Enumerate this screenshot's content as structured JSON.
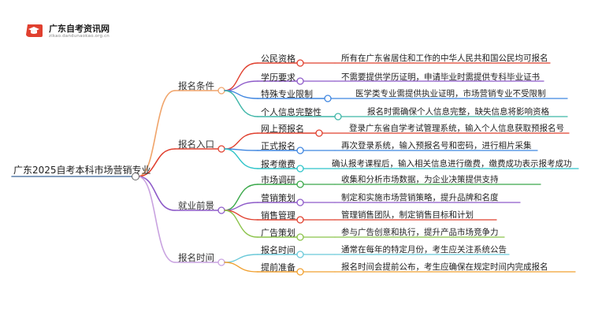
{
  "logo": {
    "name": "广东自考资讯网",
    "url": "zikao.dandunaokao.org.cn"
  },
  "root": "广东2025自考本科市场营销专业",
  "branches": [
    {
      "label": "报名条件",
      "color": "#f0a46a",
      "topics": [
        {
          "label": "公民资格",
          "detail": "所有在广东省居住和工作的中华人民共和国公民均可报名",
          "color": "#e0402f"
        },
        {
          "label": "学历要求",
          "detail": "不需要提供学历证明，申请毕业时需提供专科毕业证书",
          "color": "#8e5bc9"
        },
        {
          "label": "特殊专业限制",
          "detail": "医学类专业需提供执业证明，市场营销专业不受限制",
          "color": "#3f86e0"
        },
        {
          "label": "个人信息完整性",
          "detail": "报名时需确保个人信息完整，缺失信息将影响资格",
          "color": "#3fb6a8"
        }
      ]
    },
    {
      "label": "报名入口",
      "color": "#e0402f",
      "topics": [
        {
          "label": "网上预报名",
          "detail": "登录广东省自学考试管理系统，输入个人信息获取预报名号",
          "color": "#e0402f"
        },
        {
          "label": "正式报名",
          "detail": "再次登录系统，输入预报名号和密码，进行相片采集",
          "color": "#3f86e0"
        },
        {
          "label": "报考缴费",
          "detail": "确认报考课程后，输入相关信息进行缴费，缴费成功表示报考成功",
          "color": "#2ec4c9"
        }
      ]
    },
    {
      "label": "就业前景",
      "color": "#8e5bc9",
      "topics": [
        {
          "label": "市场调研",
          "detail": "收集和分析市场数据，为企业决策提供支持",
          "color": "#3aa84a"
        },
        {
          "label": "营销策划",
          "detail": "制定和实施市场营销策略，提升品牌和名度",
          "color": "#8e5bc9"
        },
        {
          "label": "销售管理",
          "detail": "管理销售团队，制定销售目标和计划",
          "color": "#e0402f"
        },
        {
          "label": "广告策划",
          "detail": "参与广告创意和执行，提升产品市场竞争力",
          "color": "#8bc34a"
        }
      ]
    },
    {
      "label": "报名时间",
      "color": "#c9a3e0",
      "topics": [
        {
          "label": "报名时间",
          "detail": "通常在每年的特定月份，考生应关注系统公告",
          "color": "#6bc9d9"
        },
        {
          "label": "提前准备",
          "detail": "报名时间会提前公布，考生应确保在规定时间内完成报名",
          "color": "#f0a030"
        }
      ]
    }
  ]
}
